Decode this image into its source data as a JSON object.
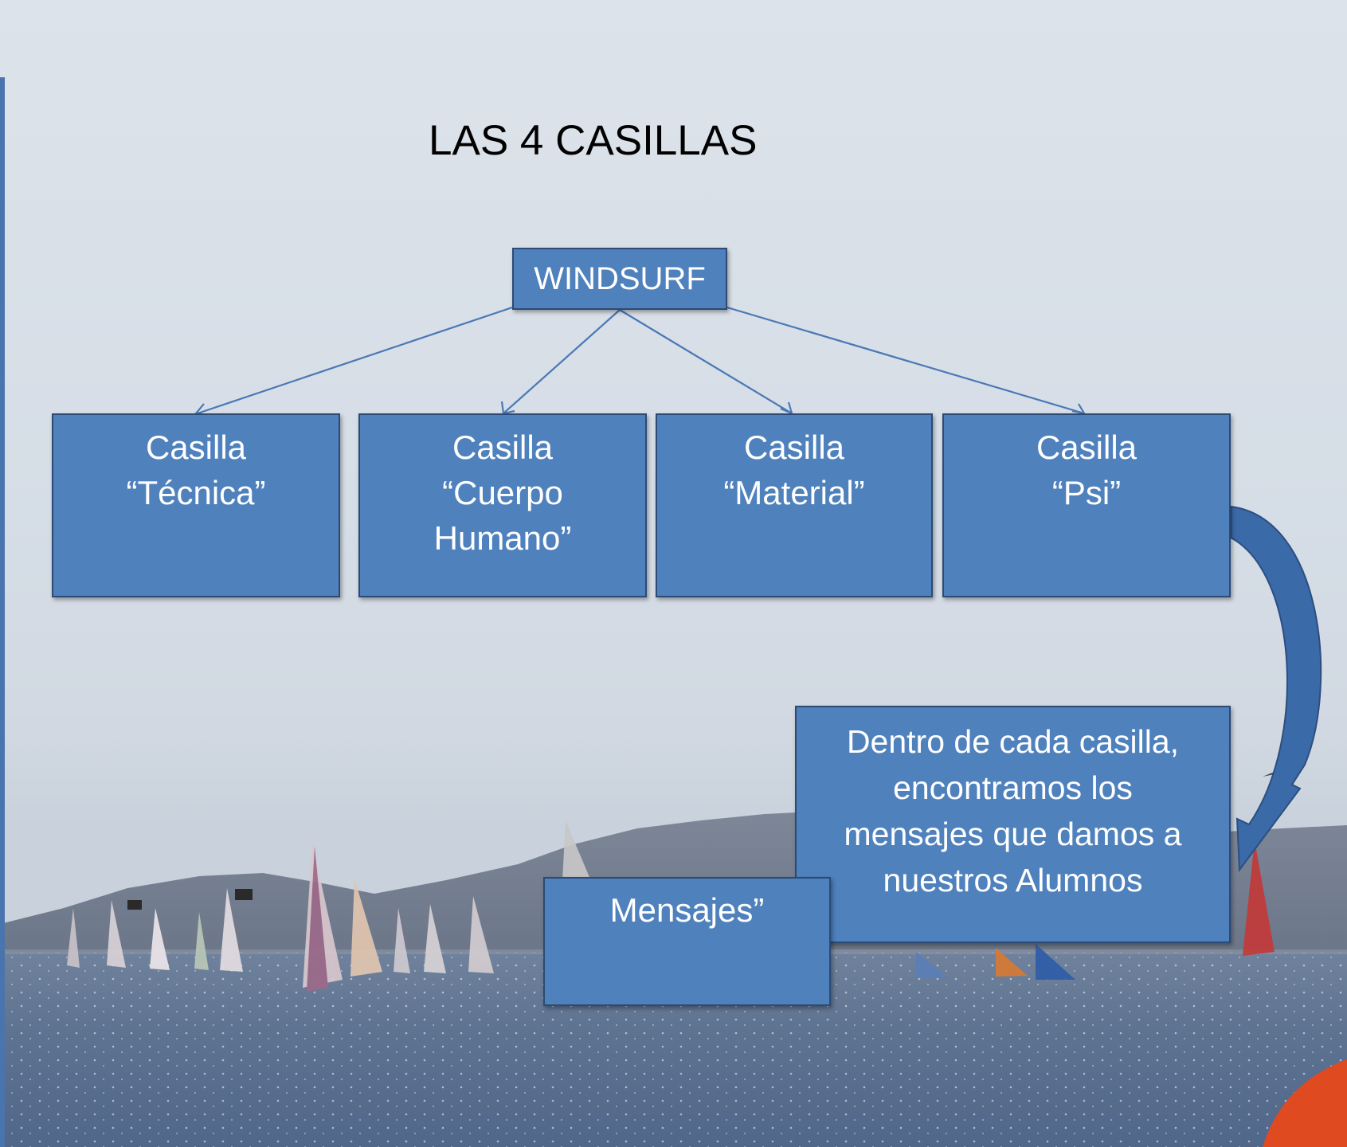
{
  "slide": {
    "title": "LAS 4 CASILLAS"
  },
  "diagram": {
    "root": "WINDSURF",
    "casillas": [
      {
        "line1": "Casilla",
        "line2": "“Técnica”",
        "line3": ""
      },
      {
        "line1": "Casilla",
        "line2": "“Cuerpo",
        "line3": "Humano”"
      },
      {
        "line1": "Casilla",
        "line2": "“Material”",
        "line3": ""
      },
      {
        "line1": "Casilla",
        "line2": "“Psi”",
        "line3": ""
      }
    ],
    "dentro": {
      "line1": "Dentro de cada casilla,",
      "line2": "encontramos los",
      "line3": "mensajes que damos a",
      "line4": "nuestros Alumnos"
    },
    "mensajes": "Mensajes”"
  },
  "colors": {
    "box_fill": "#4f81bd",
    "box_border": "#2c4a73",
    "connector": "#4a78b5",
    "curved_arrow": "#3b6aa8",
    "sky": "#dde3ea",
    "water": "#5c7190",
    "hills": "#6e7a8c"
  }
}
